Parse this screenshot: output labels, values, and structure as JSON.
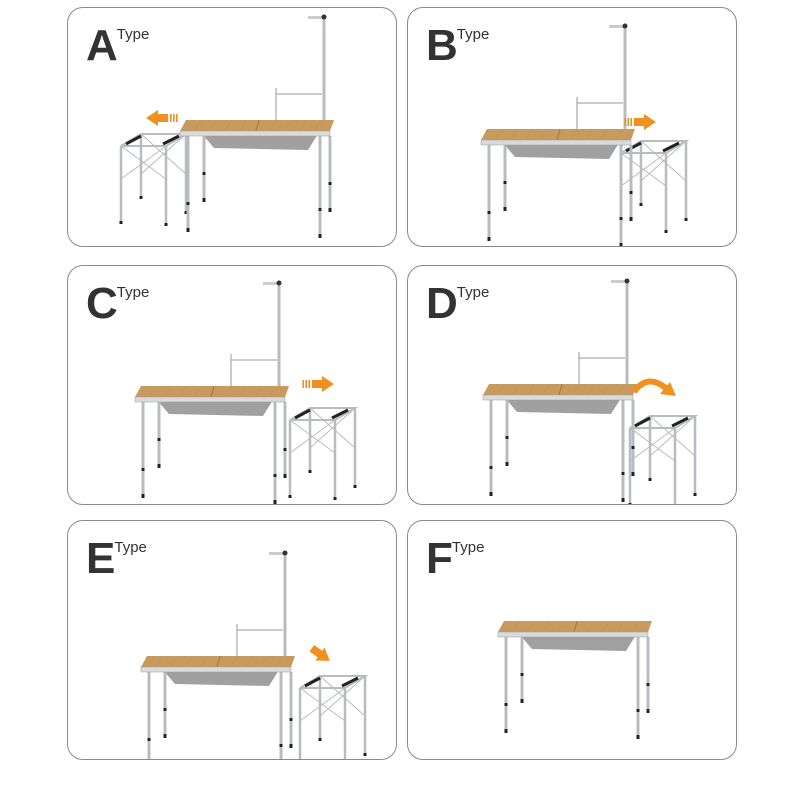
{
  "panels": [
    {
      "letter": "A",
      "type_label": "Type",
      "arrow": "left"
    },
    {
      "letter": "B",
      "type_label": "Type",
      "arrow": "right"
    },
    {
      "letter": "C",
      "type_label": "Type",
      "arrow": "right"
    },
    {
      "letter": "D",
      "type_label": "Type",
      "arrow": "curved"
    },
    {
      "letter": "E",
      "type_label": "Type",
      "arrow": "down-right"
    },
    {
      "letter": "F",
      "type_label": "Type",
      "arrow": "none"
    }
  ],
  "colors": {
    "wood": "#c89a5e",
    "wood_dark": "#a8773f",
    "frame": "#b8bcc0",
    "arrow": "#f0901e",
    "border": "#8a8a8a",
    "text": "#333333"
  }
}
